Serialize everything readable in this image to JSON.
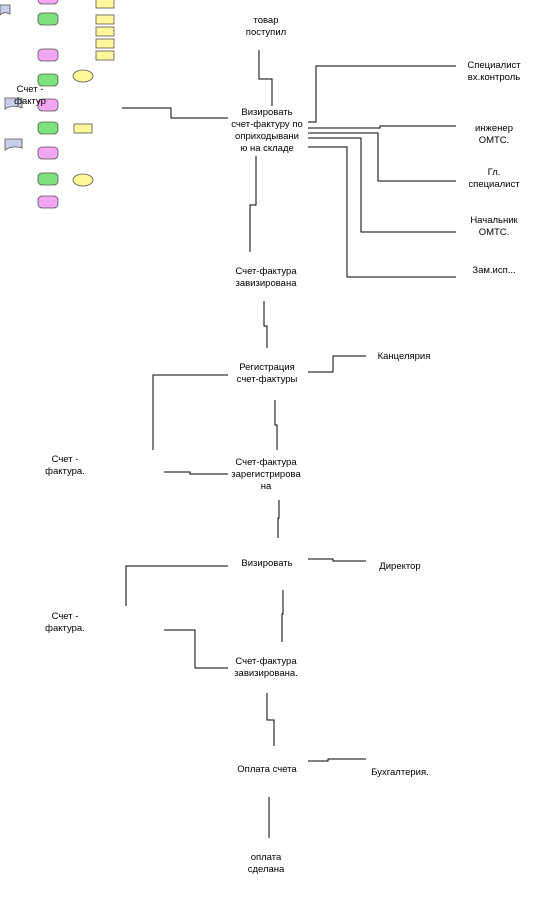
{
  "diagram": {
    "events": {
      "start": "товар\nпоступил",
      "invoice_signed_1": "Счет-фактура\nзавизирована",
      "invoice_registered": "Счет-фактура\nзарегистрирова\nна",
      "invoice_signed_2": "Счет-фактура\nзавизирована.",
      "paid": "оплата\nсделана"
    },
    "functions": {
      "sign_invoice": "Визировать\nсчет-фактуру по\noприходывани\nю на складе",
      "register_invoice": "Регистрация\nсчет-фактуры",
      "sign": "Визировать",
      "pay_invoice": "Оплата счета"
    },
    "roles": {
      "specialist_incoming": "Специалист\nвх.контроль",
      "engineer_omts": "инженер\nОМТС.",
      "chief_specialist": "Гл.\nспециалист",
      "head_omts": "Начальник\nОМТС.",
      "deputy": "Зам.исп...",
      "office": "Канцелярия",
      "director": "Директор",
      "accounting": "Бухгалтерия."
    },
    "documents": {
      "invoice_1": "Счет -\nфактура.",
      "invoice_2": "Счет -\nфактура.",
      "invoice_partial": "Счет -\nфактур"
    },
    "legend": {
      "colors": {
        "event": "#f2a6f2",
        "function": "#7ee27e",
        "document": "#c9cdea",
        "role": "#fff799",
        "oval": "#fff799"
      }
    }
  }
}
